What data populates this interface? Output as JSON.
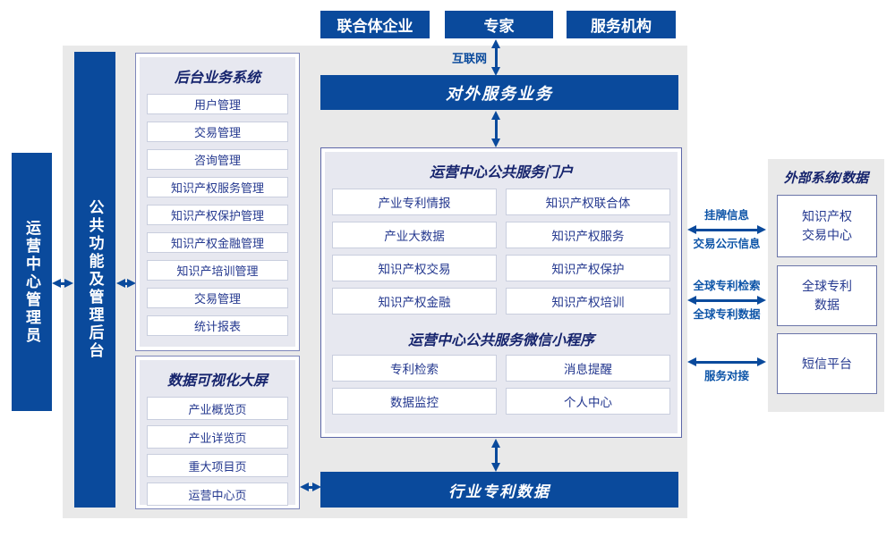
{
  "colors": {
    "primary_blue": "#0a4a9c",
    "canvas_gray": "#e9e9e9",
    "panel_inner_bg": "#e7e8f0",
    "panel_border": "#7e87ba",
    "item_border": "#c9cede",
    "item_text": "#24388f",
    "header_text": "#16246d",
    "connector_label_text": "#0e55a8"
  },
  "top_actors": {
    "items": [
      "联合体企业",
      "专家",
      "服务机构"
    ]
  },
  "internet_label": "互联网",
  "external_service_bar": "对外服务业务",
  "admin_bar": "运营中心管理员",
  "function_bar": "公共功能及管理后台",
  "backend_panel": {
    "title": "后台业务系统",
    "items": [
      "用户管理",
      "交易管理",
      "咨询管理",
      "知识产权服务管理",
      "知识产权保护管理",
      "知识产权金融管理",
      "知识产培训管理",
      "交易管理",
      "统计报表"
    ]
  },
  "dashboard_panel": {
    "title": "数据可视化大屏",
    "items": [
      "产业概览页",
      "产业详览页",
      "重大项目页",
      "运营中心页"
    ]
  },
  "portal_panel": {
    "title": "运营中心公共服务门户",
    "items": [
      "产业专利情报",
      "知识产权联合体",
      "产业大数据",
      "知识产权服务",
      "知识产权交易",
      "知识产权保护",
      "知识产权金融",
      "知识产权培训"
    ]
  },
  "miniapp_panel": {
    "title": "运营中心公共服务微信小程序",
    "items": [
      "专利检索",
      "消息提醒",
      "数据监控",
      "个人中心"
    ]
  },
  "bottom_bar": "行业专利数据",
  "external_panel": {
    "title": "外部系统/数据",
    "boxes": [
      {
        "line1": "知识产权",
        "line2": "交易中心"
      },
      {
        "line1": "全球专利",
        "line2": "数据"
      },
      {
        "line1": "短信平台",
        "line2": ""
      }
    ]
  },
  "connectors": [
    {
      "top": "挂牌信息",
      "bottom": "交易公示信息"
    },
    {
      "top": "全球专利检索",
      "bottom": "全球专利数据"
    },
    {
      "top": "",
      "bottom": "服务对接"
    }
  ]
}
